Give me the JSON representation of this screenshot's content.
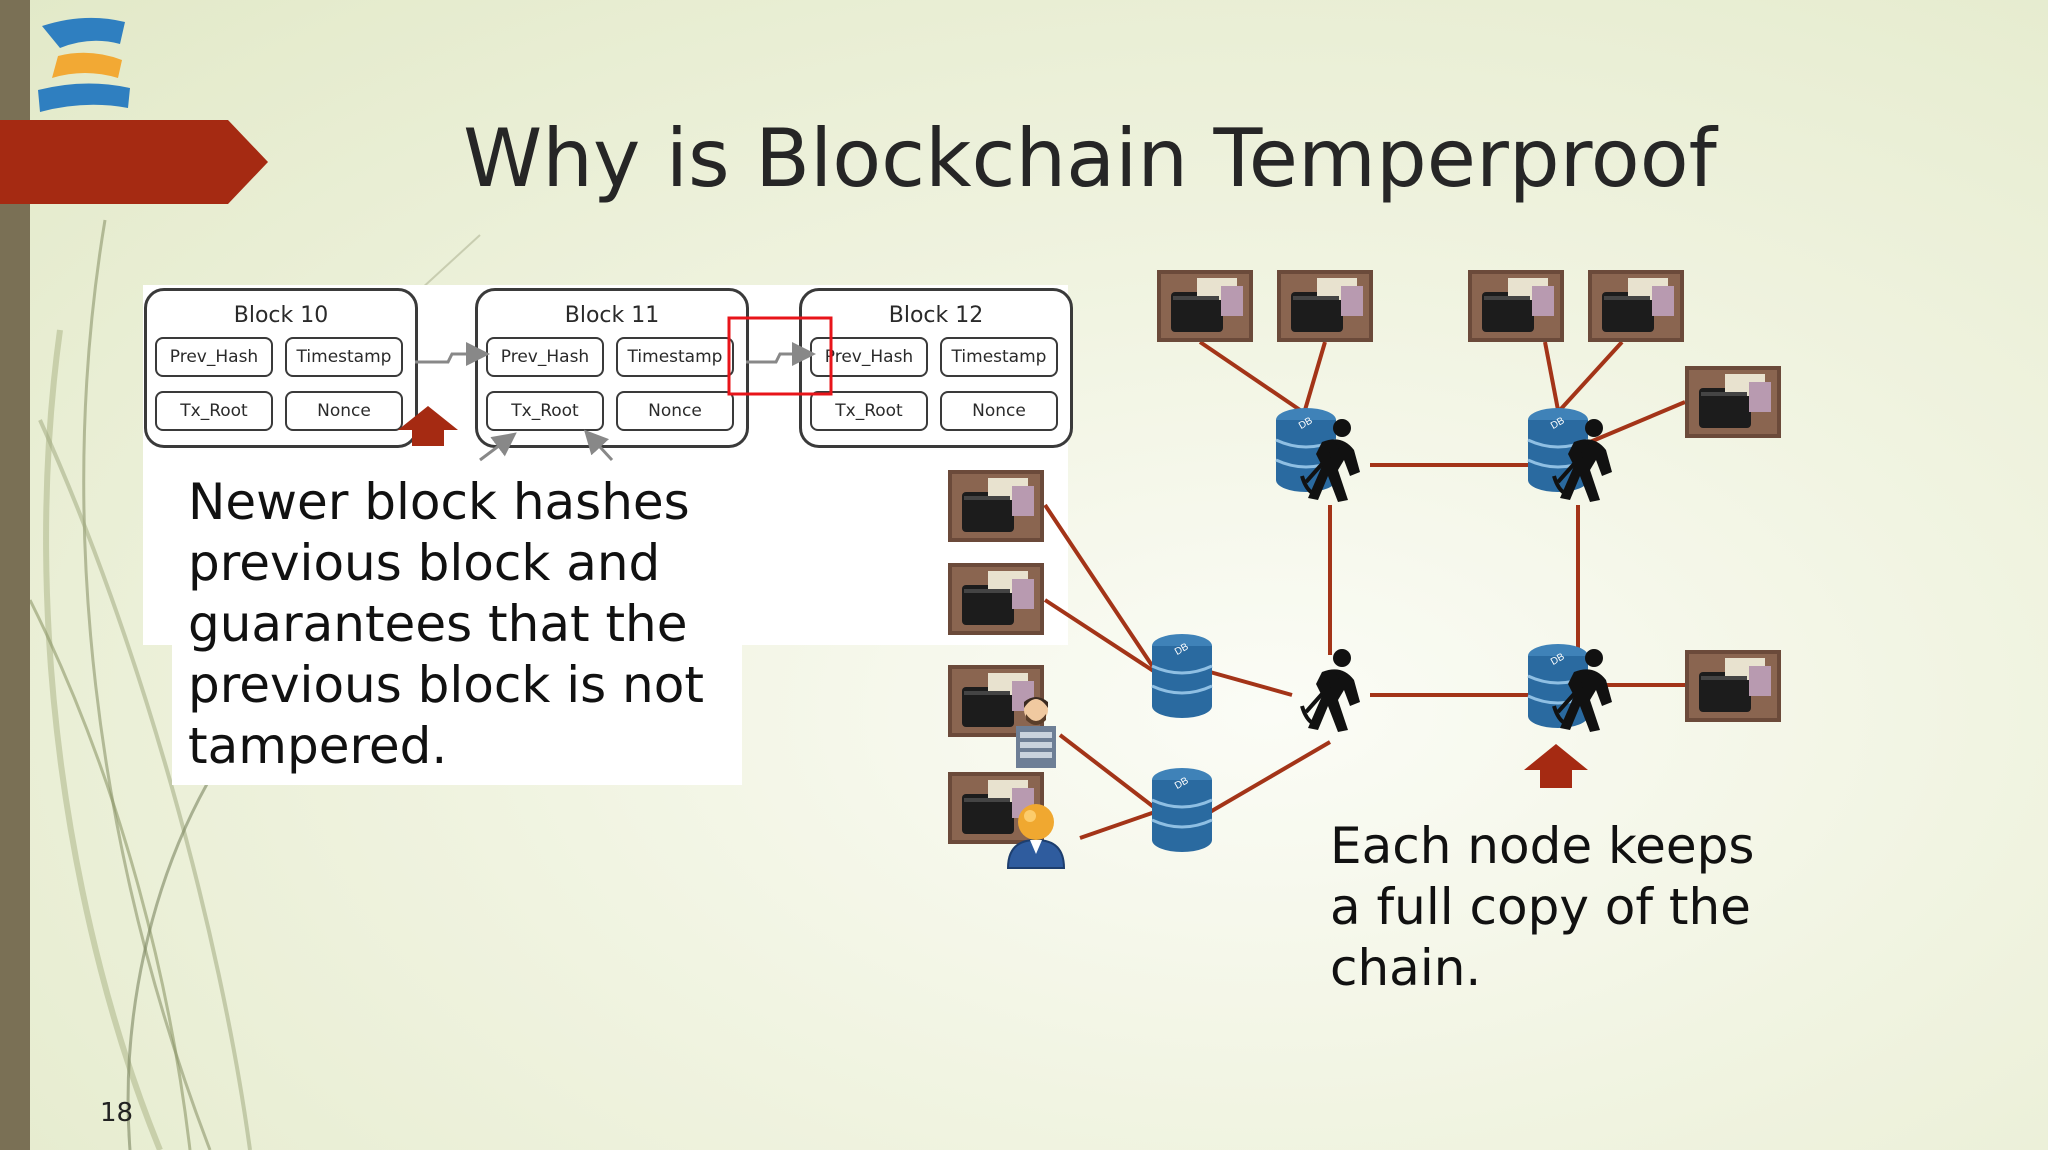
{
  "slide": {
    "title": "Why is Blockchain Temperproof",
    "page_number": "18",
    "accent_color": "#a52a12",
    "line_color": "#a33418",
    "highlight_color": "#e8141a"
  },
  "blocks": [
    {
      "title": "Block 10",
      "fields": [
        "Prev_Hash",
        "Timestamp",
        "Tx_Root",
        "Nonce"
      ]
    },
    {
      "title": "Block 11",
      "fields": [
        "Prev_Hash",
        "Timestamp",
        "Tx_Root",
        "Nonce"
      ]
    },
    {
      "title": "Block 12",
      "fields": [
        "Prev_Hash",
        "Timestamp",
        "Tx_Root",
        "Nonce"
      ]
    }
  ],
  "captions": {
    "left": "Newer block hashes\nprevious block and\nguarantees that the\nprevious block is not\ntampered.",
    "right": "Each node keeps\na full copy of the\nchain."
  },
  "network": {
    "icons": [
      "wallet-icon",
      "database-icon",
      "miner-icon",
      "user-avatar-icon",
      "admin-avatar-icon",
      "up-arrow-icon"
    ]
  }
}
